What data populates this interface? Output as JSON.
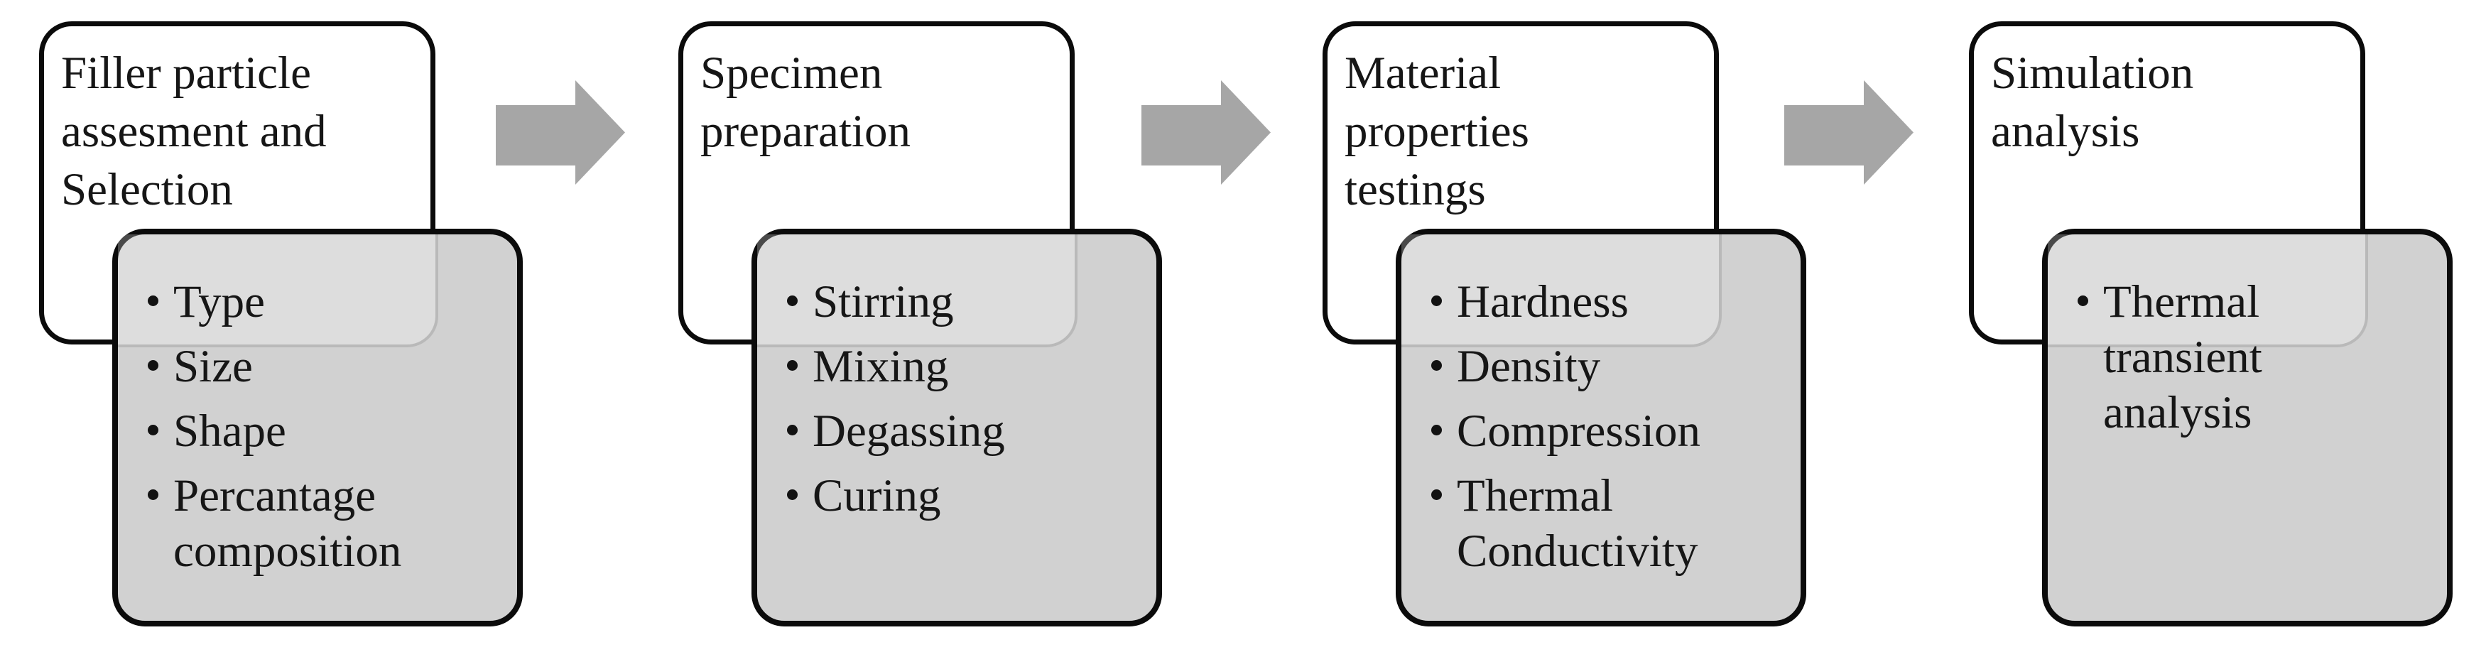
{
  "diagram": {
    "stages": [
      {
        "title": "Filler particle\nassesment and\nSelection",
        "bullets": [
          "Type",
          "Size",
          "Shape",
          "Percantage\ncomposition"
        ]
      },
      {
        "title": "Specimen\npreparation",
        "bullets": [
          "Stirring",
          "Mixing",
          "Degassing",
          "Curing"
        ]
      },
      {
        "title": "Material\nproperties\ntestings",
        "bullets": [
          "Hardness",
          "Density",
          "Compression",
          "Thermal\nConductivity"
        ]
      },
      {
        "title": "Simulation\nanalysis",
        "bullets": [
          "Thermal\ntransient\nanalysis"
        ]
      }
    ]
  },
  "colors": {
    "box_border": "#0b0b0b",
    "gray_fill": "#d1d1d1",
    "arrow": "#a6a6a6",
    "text": "#161616",
    "ghost_line": "#b9b9b9"
  }
}
